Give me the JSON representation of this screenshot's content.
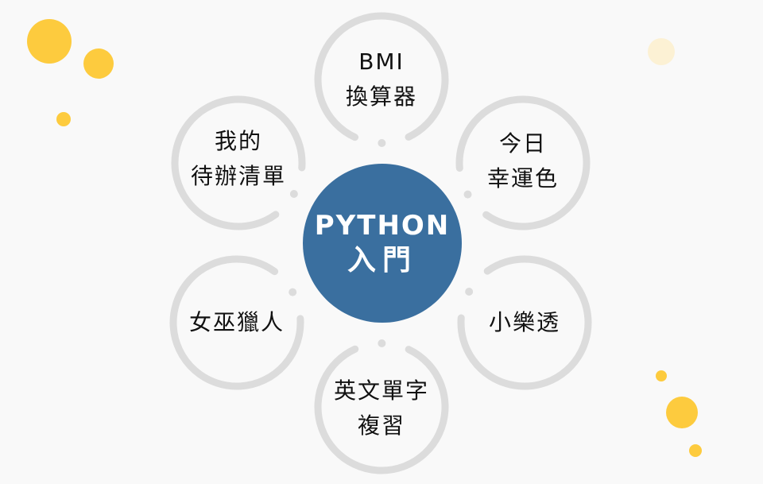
{
  "center": {
    "line1": "PYTHON",
    "line2": "入門"
  },
  "topics": [
    {
      "line1": "BMI",
      "line2": "換算器"
    },
    {
      "line1": "今日",
      "line2": "幸運色"
    },
    {
      "line1": "小樂透",
      "line2": ""
    },
    {
      "line1": "英文單字",
      "line2": "複習"
    },
    {
      "line1": "女巫獵人",
      "line2": ""
    },
    {
      "line1": "我的",
      "line2": "待辦清單"
    }
  ],
  "colors": {
    "center": "#3a6f9f",
    "ring": "#dcdcdc",
    "accent": "#fdcb3e",
    "accent_pale": "#fcf1d4"
  }
}
